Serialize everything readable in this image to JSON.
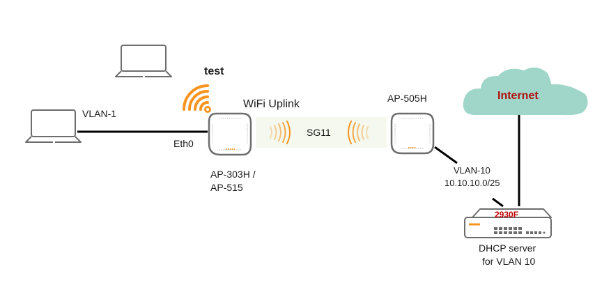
{
  "diagram": {
    "labels": {
      "ssid": "test",
      "wifi_uplink": "WiFi Uplink",
      "uplink_ssid": "SG11",
      "vlan1": "VLAN-1",
      "eth0": "Eth0",
      "ap_left_line1": "AP-303H /",
      "ap_left_line2": "AP-515",
      "ap_right": "AP-505H",
      "vlan10": "VLAN-10",
      "subnet": "10.10.10.0/25",
      "internet": "Internet",
      "switch_model": "2930F",
      "dhcp_line1": "DHCP server",
      "dhcp_line2": "for VLAN 10"
    },
    "colors": {
      "orange": "#f7941d",
      "cloud": "#a0d6c9",
      "internet_text": "#b01010",
      "switch_text": "#c00000",
      "device_stroke": "#6d6d6d",
      "link": "#000000",
      "uplink_band": "#f4f8ee"
    }
  }
}
